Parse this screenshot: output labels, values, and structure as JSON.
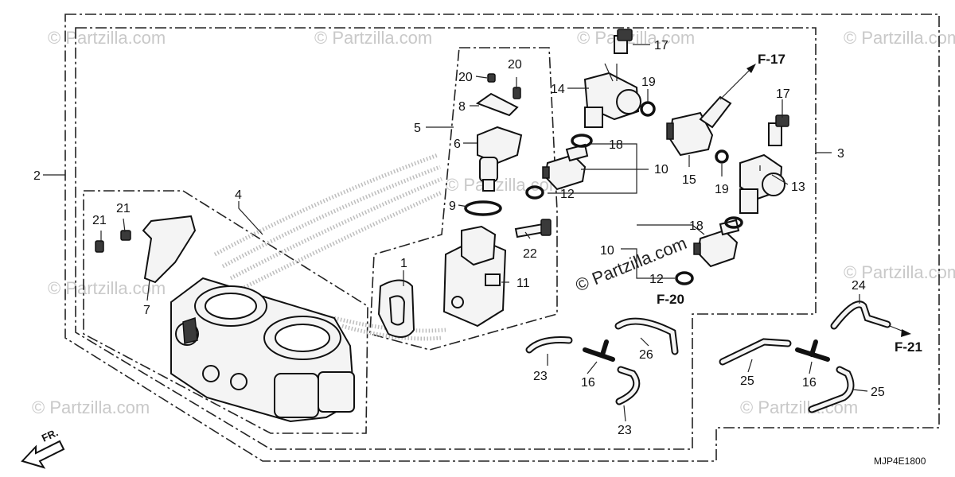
{
  "watermarks": [
    "© Partzilla.com",
    "© Partzilla.com",
    "© Partzilla.com",
    "© Partzilla.com",
    "© Partzilla.com",
    "© Partzilla.com",
    "© Partzilla.com",
    "© Partzilla.com",
    "© Partzilla.com"
  ],
  "center_watermark": "© Partzilla.com",
  "callouts": {
    "c1": "1",
    "c2": "2",
    "c3": "3",
    "c4": "4",
    "c5": "5",
    "c6": "6",
    "c7": "7",
    "c8": "8",
    "c9": "9",
    "c10a": "10",
    "c10b": "10",
    "c11": "11",
    "c12a": "12",
    "c12b": "12",
    "c13": "13",
    "c14": "14",
    "c15": "15",
    "c16a": "16",
    "c16b": "16",
    "c17a": "17",
    "c17b": "17",
    "c18a": "18",
    "c18b": "18",
    "c19a": "19",
    "c19b": "19",
    "c20a": "20",
    "c20b": "20",
    "c21a": "21",
    "c21b": "21",
    "c22": "22",
    "c23a": "23",
    "c23b": "23",
    "c24": "24",
    "c25a": "25",
    "c25b": "25",
    "c26": "26"
  },
  "refs": {
    "f17": "F-17",
    "f20": "F-20",
    "f21": "F-21"
  },
  "direction_label": "FR.",
  "diagram_code": "MJP4E1800"
}
